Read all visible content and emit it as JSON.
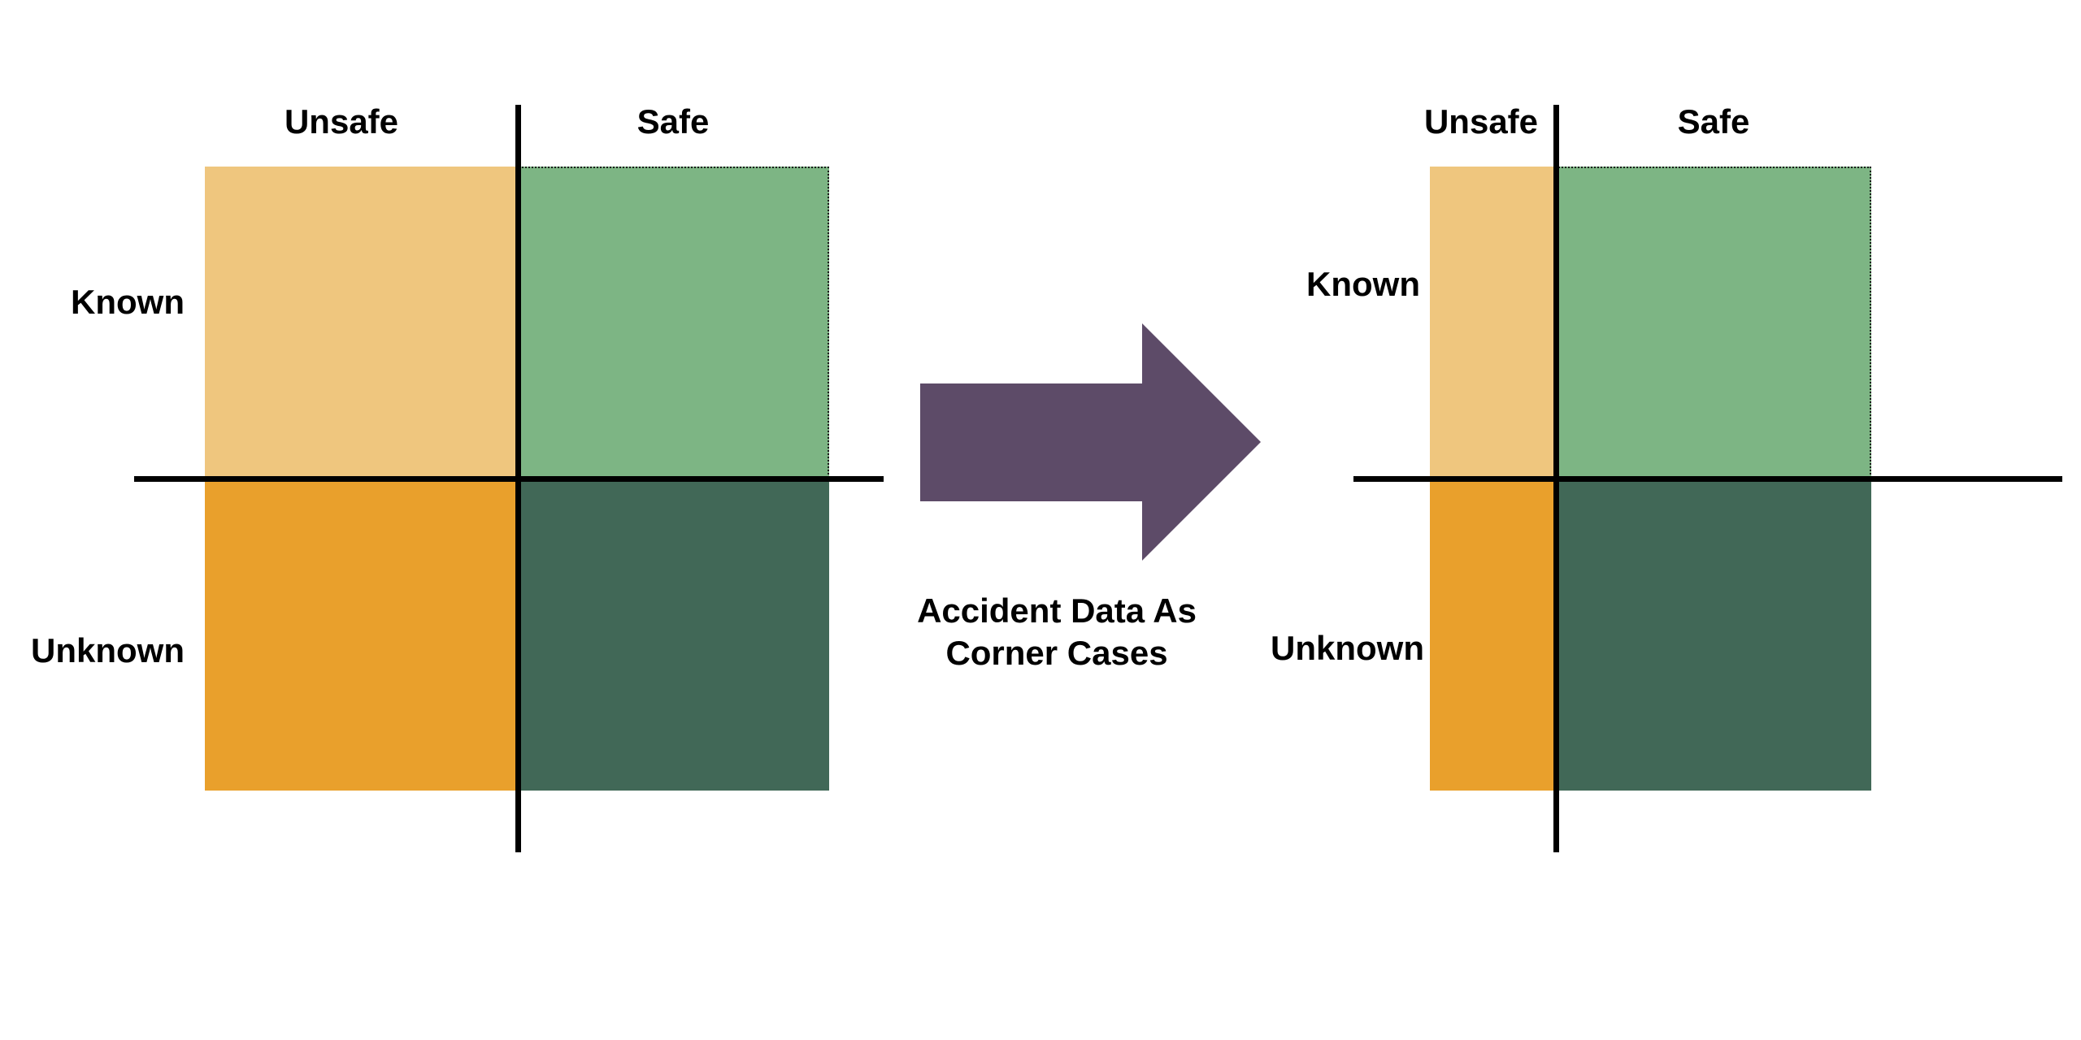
{
  "palette": {
    "tan": "#efc67e",
    "orange": "#e9a02c",
    "light_green": "#7db584",
    "dark_green": "#416857",
    "arrow_purple": "#5d4b68",
    "axis_black": "#000000"
  },
  "left_matrix": {
    "column_labels": [
      "Unsafe",
      "Safe"
    ],
    "row_labels": [
      "Known",
      "Unknown"
    ],
    "quadrants": [
      {
        "id": "known-unsafe",
        "color_key": "tan"
      },
      {
        "id": "known-safe",
        "color_key": "light_green"
      },
      {
        "id": "unknown-unsafe",
        "color_key": "orange"
      },
      {
        "id": "unknown-safe",
        "color_key": "dark_green"
      }
    ]
  },
  "right_matrix": {
    "column_labels": [
      "Unsafe",
      "Safe"
    ],
    "row_labels": [
      "Known",
      "Unknown"
    ],
    "quadrants": [
      {
        "id": "known-unsafe",
        "color_key": "tan"
      },
      {
        "id": "known-safe",
        "color_key": "light_green"
      },
      {
        "id": "unknown-unsafe",
        "color_key": "orange"
      },
      {
        "id": "unknown-safe",
        "color_key": "dark_green"
      }
    ]
  },
  "transition": {
    "caption_line1": "Accident Data As",
    "caption_line2": "Corner Cases"
  }
}
